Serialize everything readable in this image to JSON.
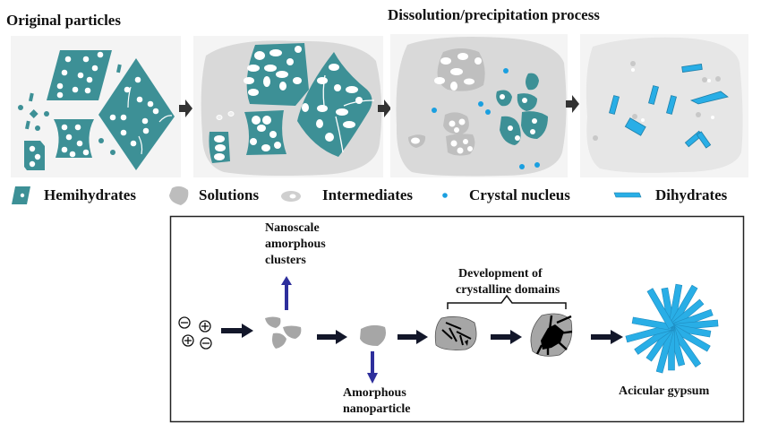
{
  "colors": {
    "hemihydrate": "#3d9096",
    "solution_bg": "#d9d9d9",
    "panel_bg": "#f4f4f4",
    "intermediate": "#bfbfbf",
    "crystal_nucleus": "#1a9fe0",
    "dihydrate": "#29aee6",
    "dark_arrow": "#13172a",
    "blue_arrow": "#2e2f9c",
    "black": "#000000"
  },
  "top": {
    "title_original": "Original particles",
    "title_process": "Dissolution/precipitation process",
    "panels": [
      {
        "id": "original",
        "description": "Hemihydrate particles"
      },
      {
        "id": "dissolving",
        "description": "Hemihydrates in solution"
      },
      {
        "id": "precipitating",
        "description": "Intermediates, crystal nuclei and hemihydrates"
      },
      {
        "id": "final",
        "description": "Dihydrate crystals"
      }
    ]
  },
  "legend": [
    {
      "icon": "hemihydrate-icon",
      "label": "Hemihydrates"
    },
    {
      "icon": "solution-icon",
      "label": "Solutions"
    },
    {
      "icon": "intermediate-icon",
      "label": "Intermediates"
    },
    {
      "icon": "crystal-nucleus-icon",
      "label": "Crystal nucleus"
    },
    {
      "icon": "dihydrate-icon",
      "label": "Dihydrates"
    }
  ],
  "bottom": {
    "ions": [
      "⊖",
      "⊕",
      "⊕",
      "⊖"
    ],
    "label_clusters": [
      "Nanoscale",
      "amorphous",
      "clusters"
    ],
    "label_nanoparticle": [
      "Amorphous",
      "nanoparticle"
    ],
    "label_domains": [
      "Development of",
      "crystalline domains"
    ],
    "label_gypsum": "Acicular gypsum"
  }
}
